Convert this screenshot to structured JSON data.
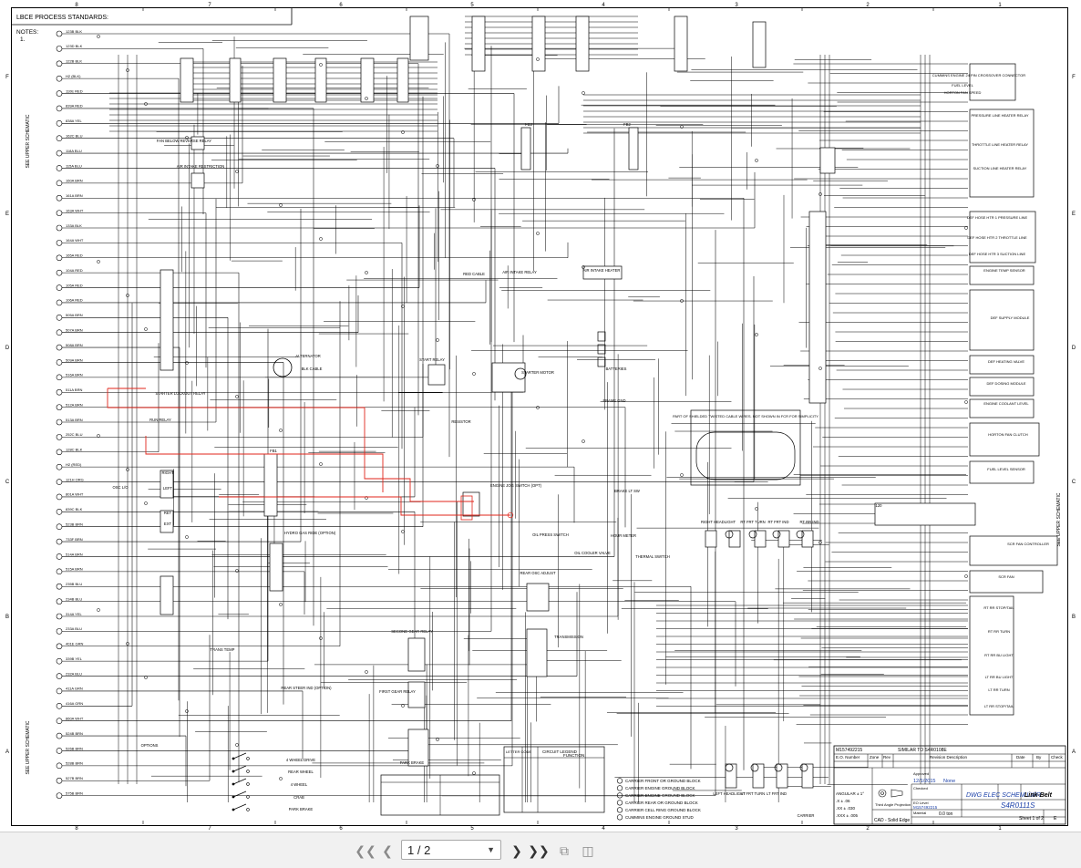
{
  "header": {
    "standards": "LBCE PROCESS STANDARDS:",
    "notes": "NOTES:",
    "note_1": "1."
  },
  "grid": {
    "cols": [
      "8",
      "7",
      "6",
      "5",
      "4",
      "3",
      "2",
      "1"
    ],
    "rows": [
      "F",
      "E",
      "D",
      "C",
      "B",
      "A"
    ]
  },
  "side_labels": {
    "upper": "SEE UPPER SCHEMATIC",
    "lower": "SEE UPPER SCHEMATIC",
    "right": "SEE UPPER SCHEMATIC"
  },
  "left_wires": [
    "123B BLK",
    "123D BLK",
    "122B BLK",
    "H2 (BLK)",
    "110E RED",
    "839A RED",
    "838A YEL",
    "162C BLU",
    "118A BLU",
    "115A BLU",
    "160A BRN",
    "161A BRN",
    "163A WHT",
    "133A BLK",
    "164A WHT",
    "165A RED",
    "104A RED",
    "105A RED",
    "106A RED",
    "505A BRN",
    "507A BRN",
    "508A BRN",
    "509A BRN",
    "516A BRN",
    "511A BRN",
    "512A BRN",
    "513A BRN",
    "252C BLU",
    "128C BLK",
    "H2 (RED)",
    "121H ORG",
    "801A WHT",
    "839C BLK",
    "523B BRN",
    "733F BRN",
    "514A BRN",
    "515A BRN",
    "235B BLU",
    "234B BLU",
    "314A YEL",
    "233A BLU",
    "401E GRN",
    "339B YEL",
    "232A BLU",
    "411A GRN",
    "416A GRN",
    "860A WHT",
    "524B BRN",
    "526B BRN",
    "528B BRN",
    "527B BRN",
    "575B BRN"
  ],
  "right_labels": [
    "CUMMINS ENGINE 24 PIN CROSSOVER CONNECTOR",
    "FUEL LEVEL",
    "HORTON FAN SPEED",
    "PRESSURE LINE HEATER RELAY",
    "THROTTLE LINE HEATER RELAY",
    "SUCTION LINE HEATER RELAY",
    "DEF HOSE HTR 1 PRESSURE LINE",
    "DEF HOSE HTR 2 THROTTLE LINE",
    "DEF HOSE HTR 3 SUCTION LINE",
    "ENGINE TEMP SENSOR",
    "DEF SUPPLY MODULE",
    "DEF HEATING VALVE",
    "DEF DOSING MODULE",
    "ENGINE COOLANT LEVEL",
    "HORTON FAN CLUTCH",
    "FUEL LEVEL SENSOR",
    "SCR FAN CONTROLLER",
    "SCR FAN",
    "RT RR STOP/TAIL",
    "RT RR TURN",
    "RT RR BU LIGHT",
    "LT RR BU LIGHT",
    "LT RR TURN",
    "LT RR STOP/TAIL"
  ],
  "center_labels": [
    "FAN BELOW REVERSE RELAY",
    "AIR INTAKE RESTRICTION",
    "ALTERNATOR",
    "BLK CABLE",
    "START RELAY",
    "STARTER MOTOR",
    "BATTERIES",
    "FRAME GND",
    "STARTER LOCKOUT RELAY",
    "RUN RELAY",
    "RED CABLE",
    "AIR INTAKE RELAY",
    "AIR INTAKE HEATER",
    "ENGINE JOG SWITCH (OPT)",
    "BRAKE LT SW",
    "OIL PRESS SWITCH",
    "HOUR METER",
    "OIL COOLER VALVE",
    "THERMAL SWITCH",
    "REAR OSC ADJUST",
    "HYDRO GAS RIDE (OPTION)",
    "OSC L/O",
    "RIGHT",
    "LEFT",
    "RET",
    "EXT",
    "TRANS TEMP",
    "REAR STEER IND (OPTION)",
    "SECOND GEAR RELAY",
    "TRANSMISSION",
    "FIRST GEAR RELAY",
    "PARK BRAKE",
    "OPTIONS",
    "4 WHEEL DRIVE",
    "REAR WHEEL",
    "4 WHEEL",
    "CRAB",
    "PARK BRAKE",
    "RIGHT HEADLIGHT",
    "RT FRT TURN",
    "RT FRT IND",
    "RT RR IND",
    "LEFT HEADLIGHT",
    "LT FRT TURN",
    "LT FRT IND",
    "CARRIER",
    "PART OF SHIELDED TWISTED CABLE WIRES. NOT SHOWN IN FCR FOR SIMPLICITY",
    "RESISTOR",
    "FB3",
    "FB2",
    "FB1",
    "120"
  ],
  "ground_legend": [
    "CARRIER FRONT OR GROUND BLOCK",
    "CARRIER ENGINE GROUND BLOCK",
    "CARRIER ENGINE GROUND BLOCK",
    "CARRIER REAR OR GROUND BLOCK",
    "CARRIER CELL RING GROUND BLOCK",
    "CUMMINS ENGINE GROUND STUD"
  ],
  "legend_tables": {
    "circuit_legend": "CIRCUIT LEGEND",
    "function": "FUNCTION",
    "color_code": "LETTER CODE"
  },
  "title_block": {
    "eo_number": "M157492215",
    "similar": "SIMILAR TO S4R0108E",
    "col_eo": "E.O. Number",
    "col_zone": "Zone",
    "col_rev": "Rev",
    "col_desc": "Revision Description",
    "col_date": "Date",
    "col_by": "By",
    "col_check": "Check",
    "drawn_date": "12/1/2015",
    "drawn_by": "None",
    "title": "DWG ELEC SCHEM LWR",
    "drawing_no": "S4R0111S",
    "sheet": "Sheet 1 of 2",
    "rev": "E",
    "weight": "0.0 ton",
    "cad": "CAD - Solid Edge",
    "projection": "Third Angle Projection",
    "material": "Material",
    "company": "Link-Belt",
    "approved": "Approved",
    "checked": "Checked",
    "eo_level": "EO Level",
    "tol_angular": "ANGULAR ± 1°",
    "tol_x": ".X  ± .06",
    "tol_xx": ".XX ± .030",
    "tol_xxx": ".XXX ± .005"
  },
  "viewer": {
    "page_indicator": "1 / 2"
  },
  "colors": {
    "wire": "#000000",
    "highlight": "#e0261b",
    "paper": "#ffffff",
    "toolbar": "#f1f1f1"
  }
}
